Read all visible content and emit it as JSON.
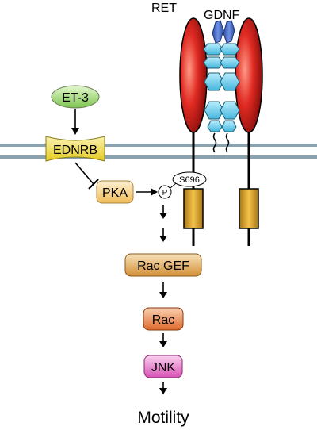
{
  "diagram": {
    "receptor_label": "RET",
    "ligand_label": "GDNF",
    "ligand_node": "ET-3",
    "receptor_node": "EDNRB",
    "kinase_node": "PKA",
    "phospho_label": "P",
    "site_label": "S696",
    "gef_node": "Rac GEF",
    "gtpase_node": "Rac",
    "mapk_node": "JNK",
    "output_label": "Motility"
  },
  "colors": {
    "membrane": "#8aa2ad",
    "ret_red": "#d8221f",
    "gdnf_blue": "#4f70c7",
    "gfra_cyan": "#5fc4e6",
    "kinase_gold": "#d9a022",
    "et3_green": "#92d36a",
    "ednrb_yellow": "#ecd938",
    "pka_tan": "#f2c76a",
    "racgef_tan": "#dda04a",
    "rac_orange": "#e07838",
    "jnk_pink": "#e26bc1"
  }
}
